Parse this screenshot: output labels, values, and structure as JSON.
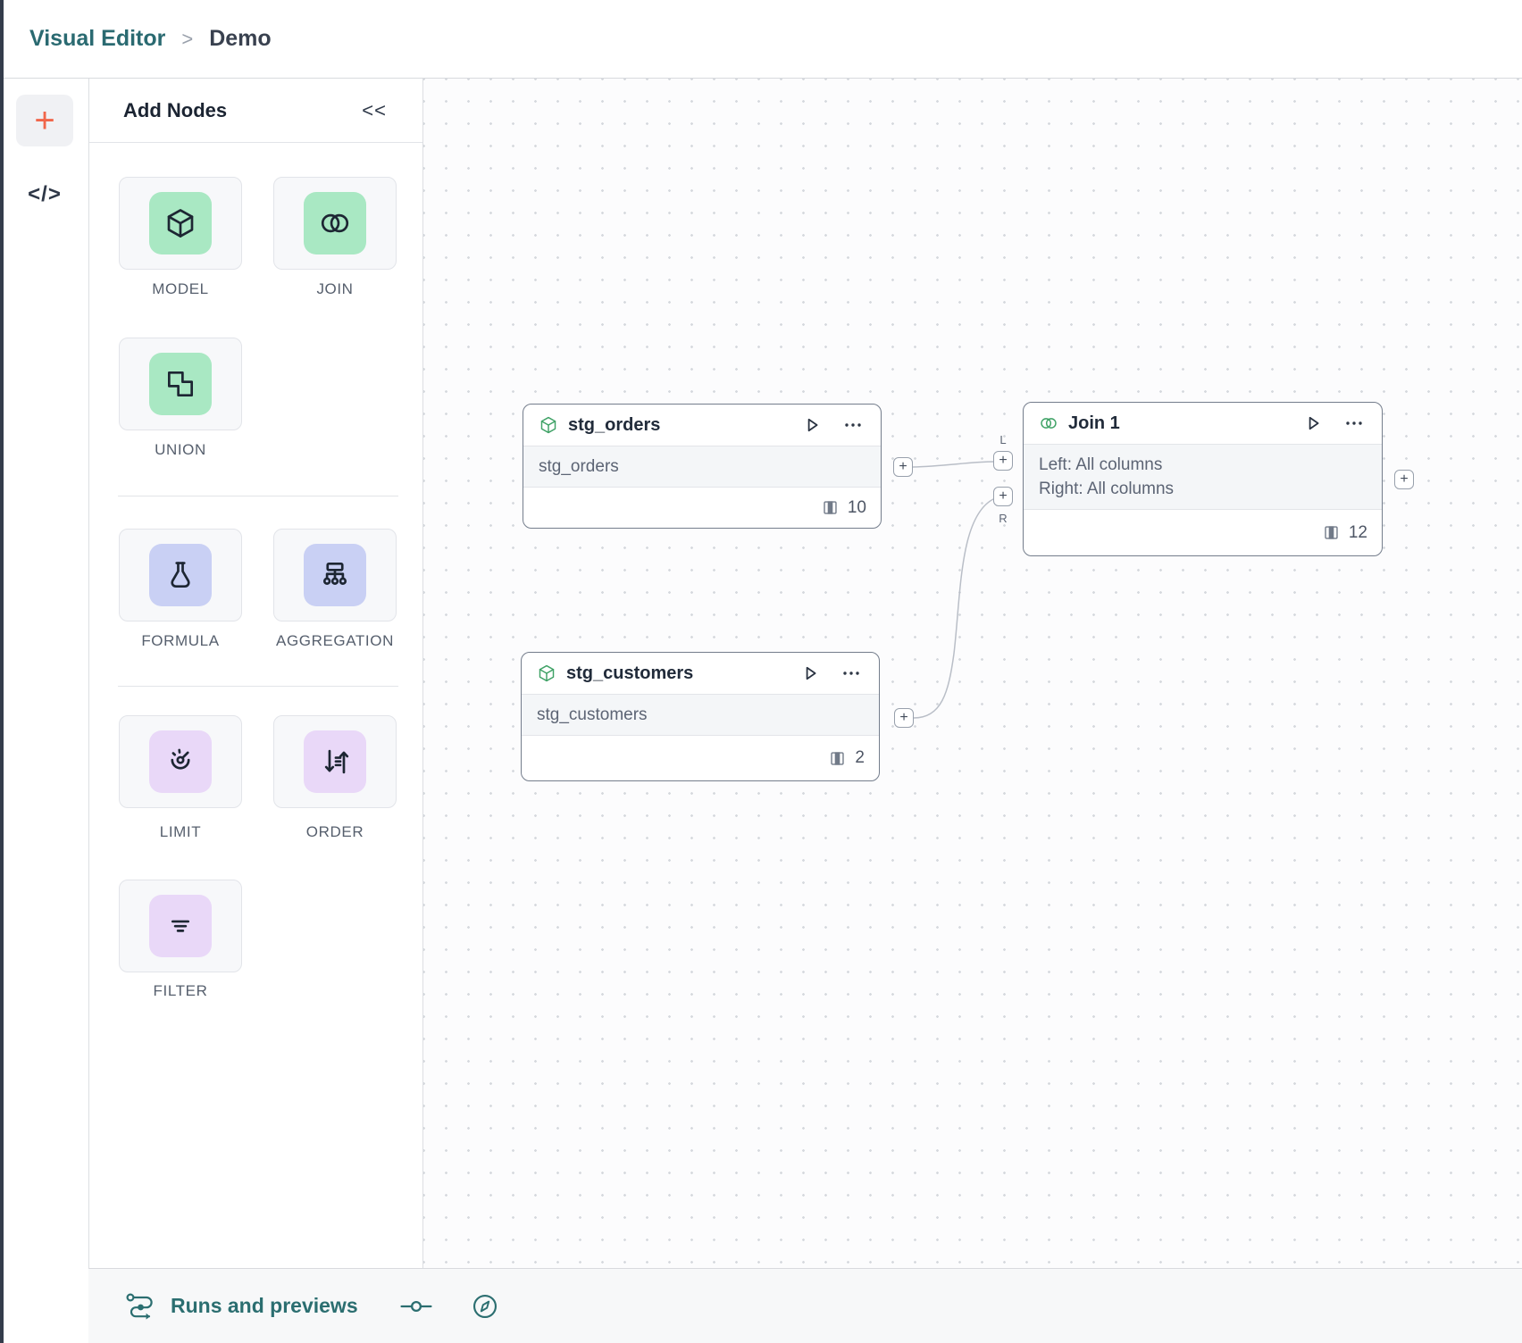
{
  "breadcrumb": {
    "section": "Visual Editor",
    "separator": ">",
    "current": "Demo"
  },
  "rail": {
    "add_label": "+",
    "code_label": "</>"
  },
  "panel": {
    "title": "Add Nodes",
    "collapse_label": "<<",
    "groups": [
      {
        "items": [
          {
            "label": "MODEL",
            "icon": "cube-icon"
          },
          {
            "label": "JOIN",
            "icon": "join-circles-icon"
          },
          {
            "label": "UNION",
            "icon": "union-squares-icon"
          }
        ]
      },
      {
        "items": [
          {
            "label": "FORMULA",
            "icon": "flask-icon"
          },
          {
            "label": "AGGREGATION",
            "icon": "hierarchy-icon"
          }
        ]
      },
      {
        "items": [
          {
            "label": "LIMIT",
            "icon": "gauge-icon"
          },
          {
            "label": "ORDER",
            "icon": "sort-arrows-icon"
          },
          {
            "label": "FILTER",
            "icon": "filter-lines-icon"
          }
        ]
      }
    ]
  },
  "canvas": {
    "plus_label": "+",
    "join_handle_labels": {
      "left": "L",
      "right": "R"
    },
    "nodes": [
      {
        "type": "model",
        "title": "stg_orders",
        "subtitle": "stg_orders",
        "column_count": "10"
      },
      {
        "type": "model",
        "title": "stg_customers",
        "subtitle": "stg_customers",
        "column_count": "2"
      },
      {
        "type": "join",
        "title": "Join 1",
        "line1": "Left: All columns",
        "line2": "Right: All columns",
        "column_count": "12"
      }
    ]
  },
  "statusbar": {
    "runs_label": "Runs and previews"
  },
  "colors": {
    "teal": "#2b6e70",
    "orange": "#f1664a",
    "mint": "#a9e8c3",
    "periwinkle": "#c9d0f4",
    "lavender": "#e9d8f8",
    "node_border": "#747d8c",
    "edge": "#b9bec7",
    "icon_green": "#3fa266"
  }
}
